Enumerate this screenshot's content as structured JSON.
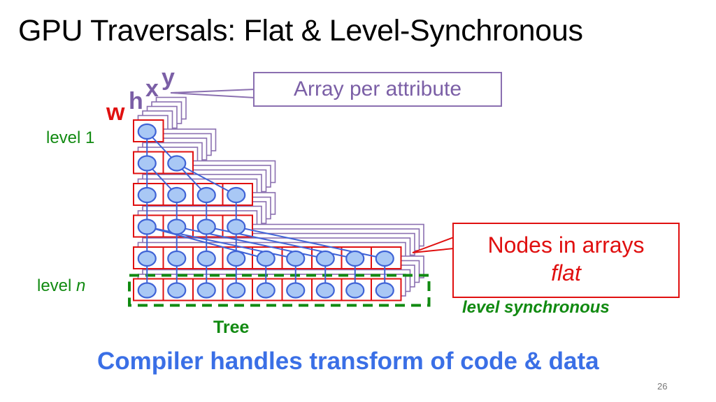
{
  "slide": {
    "title": "GPU Traversals: Flat & Level-Synchronous",
    "page_number": "26"
  },
  "diagram": {
    "attributes": [
      "w",
      "h",
      "x",
      "y"
    ],
    "attribute_colors": {
      "w": "#e01010",
      "h": "#7b5fa6",
      "x": "#7b5fa6",
      "y": "#7b5fa6"
    },
    "array_callout": "Array per attribute",
    "nodes_callout_line1": "Nodes in arrays",
    "nodes_callout_line2": "flat",
    "level_first": "level 1",
    "level_last_prefix": "level ",
    "level_last_var": "n",
    "level_sync_label": "level synchronous",
    "tree_label": "Tree",
    "levels": [
      1,
      2,
      4,
      4,
      9,
      9
    ],
    "colors": {
      "cell_border": "#e01010",
      "node_fill": "#a9c8f5",
      "node_stroke": "#3f63d6",
      "edge": "#3f63d6",
      "stack": "#8a6fb0",
      "dashed": "#118a11"
    }
  },
  "footer": {
    "compiler_note": "Compiler handles transform of code & data"
  }
}
